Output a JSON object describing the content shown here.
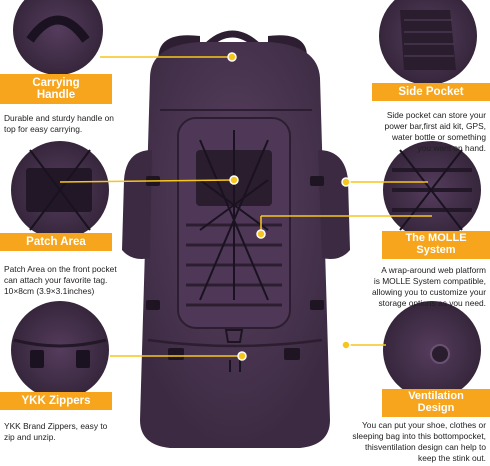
{
  "features": [
    {
      "title": "Carrying\nHandle",
      "description": "Durable and sturdy handle on\ntop for easy carrying."
    },
    {
      "title": "Side Pocket",
      "description": "Side pocket can store your\npower bar,first aid kit, GPS,\nwater bottle or something\nyou want on hand."
    },
    {
      "title": "Patch Area",
      "description": "Patch Area on the front pocket\ncan attach your favorite tag.\n10×8cm (3.9×3.1inches)"
    },
    {
      "title": "The MOLLE\nSystem",
      "description": "A wrap-around web platform\nis MOLLE System compatible,\nallowing you to customize your\nstorage options as you need."
    },
    {
      "title": "YKK Zippers",
      "description": "YKK Brand Zippers, easy to\nzip and unzip."
    },
    {
      "title": "Ventilation\nDesign",
      "description": "You can put your shoe, clothes or\nsleeping bag into this bottompocket,\nthisventilation design can help to\nkeep the stink out."
    }
  ],
  "colors": {
    "banner": "#f7a51c",
    "callout_dot": "#f7c61c",
    "backpack": "#4a3450",
    "backpack_dark": "#2d1f31",
    "strap": "#3a2a3e"
  }
}
